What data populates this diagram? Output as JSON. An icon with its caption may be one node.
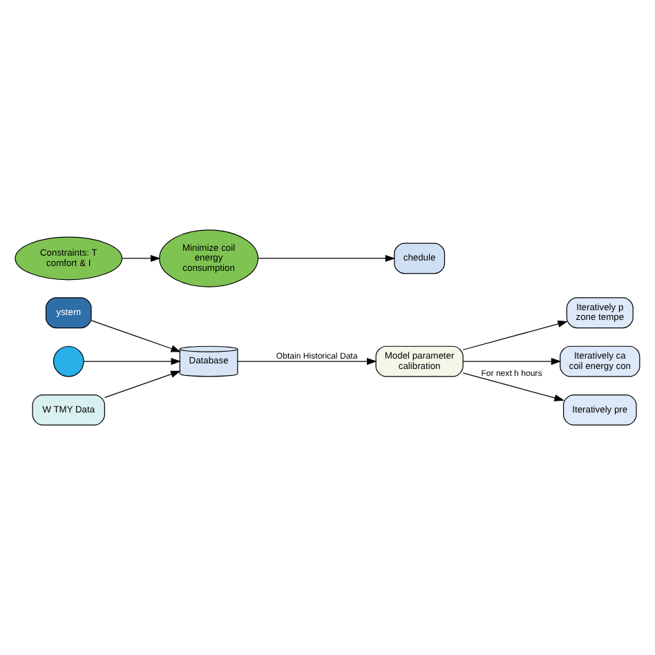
{
  "diagram": {
    "nodes": [
      {
        "text": [
          "ystem"
        ]
      },
      {
        "text": [],
        "shape": "circle"
      },
      {
        "text": [
          "W TMY Data"
        ]
      },
      {
        "text": [
          "Database"
        ]
      },
      {
        "text": [
          "Model parameter calibration"
        ]
      },
      {
        "text": [
          "Iteratively p zone tempe"
        ]
      },
      {
        "text": [
          "Iteratively ca coil energy con"
        ]
      },
      {
        "text": [
          "Iteratively pre"
        ]
      },
      {
        "text": [
          "Constraints: T comfort & I"
        ]
      },
      {
        "text": [
          "Minimize coil energy consumption"
        ]
      },
      {
        "text": [
          "chedule"
        ]
      }
    ],
    "edges": [
      {
        "from": 0,
        "to": 3,
        "arrow": "to"
      },
      {
        "from": 1,
        "to": 3,
        "arrow": "to"
      },
      {
        "from": 2,
        "to": 3,
        "arrow": "to"
      },
      {
        "from": 3,
        "to": 4,
        "arrow": "to",
        "label": "Obtain Historical Data"
      },
      {
        "from": 4,
        "to": 5,
        "arrow": "to"
      },
      {
        "from": 4,
        "to": 6,
        "arrow": "to"
      },
      {
        "from": 4,
        "to": 7,
        "arrow": "to",
        "label": "For next h hours"
      },
      {
        "from": 8,
        "to": 9,
        "arrow": "to"
      },
      {
        "from": 9,
        "to": 10,
        "arrow": "to"
      }
    ]
  }
}
